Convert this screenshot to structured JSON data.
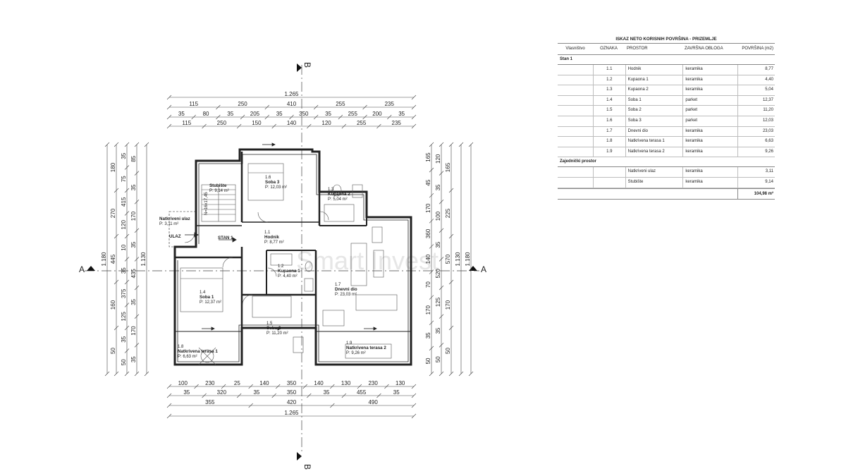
{
  "watermark": "Smart Invest",
  "sections": {
    "a_label": "A",
    "b_label": "B"
  },
  "dims": {
    "top_total": "1.265",
    "top_row1": [
      "115",
      "250",
      "410",
      "255",
      "235"
    ],
    "top_row2": [
      "35",
      "80",
      "35",
      "205",
      "35",
      "350",
      "35",
      "255",
      "200",
      "35"
    ],
    "top_row3": [
      "115",
      "250",
      "150",
      "140",
      "120",
      "255",
      "235"
    ],
    "bottom_row1": [
      "100",
      "230",
      "25",
      "140",
      "350",
      "140",
      "130",
      "230",
      "130"
    ],
    "bottom_row2": [
      "35",
      "320",
      "35",
      "350",
      "35",
      "455",
      "35"
    ],
    "bottom_row3": [
      "355",
      "420",
      "490"
    ],
    "bottom_total": "1.265",
    "left_total": "1.180",
    "left_col1": [
      "1.130"
    ],
    "left_col2": [
      "180",
      "270",
      "445",
      "160",
      "50"
    ],
    "left_col3": [
      "35",
      "75",
      "415",
      "120",
      "10",
      "35",
      "375",
      "125",
      "35",
      "50"
    ],
    "left_col4": [
      "85",
      "35",
      "170",
      "35",
      "435",
      "35",
      "170",
      "35"
    ],
    "right_total": "1.180",
    "right_col1": [
      "1.130"
    ],
    "right_col2": [
      "165",
      "225",
      "570",
      "170",
      "50"
    ],
    "right_col3": [
      "120",
      "35",
      "100",
      "35",
      "520",
      "125",
      "35",
      "50"
    ],
    "right_col4": [
      "165",
      "45",
      "170",
      "360",
      "140",
      "70",
      "170",
      "35",
      "50"
    ]
  },
  "labels": {
    "ulaz": "ULAZ",
    "stan": "STAN 1",
    "stair_note": "N=16x17,45"
  },
  "rooms": [
    {
      "id": "stubiste",
      "num": "",
      "name": "Stubište",
      "area": "P: 9,14 m²"
    },
    {
      "id": "soba3",
      "num": "1.6",
      "name": "Soba 3",
      "area": "P: 12,03 m²"
    },
    {
      "id": "kupaona2",
      "num": "1.3",
      "name": "Kupaona 2",
      "area": "P: 5,04 m²"
    },
    {
      "id": "natk_ulaz",
      "num": "",
      "name": "Natkriveni ulaz",
      "area": "P: 3,11 m²"
    },
    {
      "id": "hodnik",
      "num": "1.1",
      "name": "Hodnik",
      "area": "P: 8,77 m²"
    },
    {
      "id": "kupaona1",
      "num": "1.2",
      "name": "Kupaona 1",
      "area": "P: 4,40 m²"
    },
    {
      "id": "dnevni",
      "num": "1.7",
      "name": "Dnevni dio",
      "area": "P: 23,03 m²"
    },
    {
      "id": "soba1",
      "num": "1.4",
      "name": "Soba 1",
      "area": "P: 12,37 m²"
    },
    {
      "id": "soba2",
      "num": "1.5",
      "name": "Soba 2",
      "area": "P: 11,20 m²"
    },
    {
      "id": "terasa1",
      "num": "1.8",
      "name": "Natkrivena terasa 1",
      "area": "P: 6,63 m²"
    },
    {
      "id": "terasa2",
      "num": "1.9",
      "name": "Natkrivena terasa 2",
      "area": "P: 9,26 m²"
    }
  ],
  "table": {
    "title": "ISKAZ NETO KORISNIH POVRŠINA - PRIZEMLJE",
    "headers": [
      "Vlasništvo",
      "OZNAKA",
      "PROSTOR",
      "ZAVRŠNA OBLOGA",
      "POVRŠINA (m2)"
    ],
    "group1": "Stan 1",
    "rows1": [
      {
        "oznaka": "1.1",
        "prostor": "Hodnik",
        "obloga": "keramika",
        "povrsina": "8,77"
      },
      {
        "oznaka": "1.2",
        "prostor": "Kupaona 1",
        "obloga": "keramika",
        "povrsina": "4,40"
      },
      {
        "oznaka": "1.3",
        "prostor": "Kupaona 2",
        "obloga": "keramika",
        "povrsina": "5,04"
      },
      {
        "oznaka": "1.4",
        "prostor": "Soba 1",
        "obloga": "parket",
        "povrsina": "12,37"
      },
      {
        "oznaka": "1.5",
        "prostor": "Soba 2",
        "obloga": "parket",
        "povrsina": "11,20"
      },
      {
        "oznaka": "1.6",
        "prostor": "Soba 3",
        "obloga": "parket",
        "povrsina": "12,03"
      },
      {
        "oznaka": "1.7",
        "prostor": "Dnevni dio",
        "obloga": "keramika",
        "povrsina": "23,03"
      },
      {
        "oznaka": "1.8",
        "prostor": "Natkrivena terasa 1",
        "obloga": "keramika",
        "povrsina": "6,63"
      },
      {
        "oznaka": "1.9",
        "prostor": "Natkrivena terasa 2",
        "obloga": "keramika",
        "povrsina": "9,26"
      }
    ],
    "group2": "Zajednički prostor",
    "rows2": [
      {
        "oznaka": "",
        "prostor": "Natkriveni ulaz",
        "obloga": "keramika",
        "povrsina": "3,11"
      },
      {
        "oznaka": "",
        "prostor": "Stubište",
        "obloga": "keramika",
        "povrsina": "9,14"
      }
    ],
    "total": "104,98 m²"
  }
}
